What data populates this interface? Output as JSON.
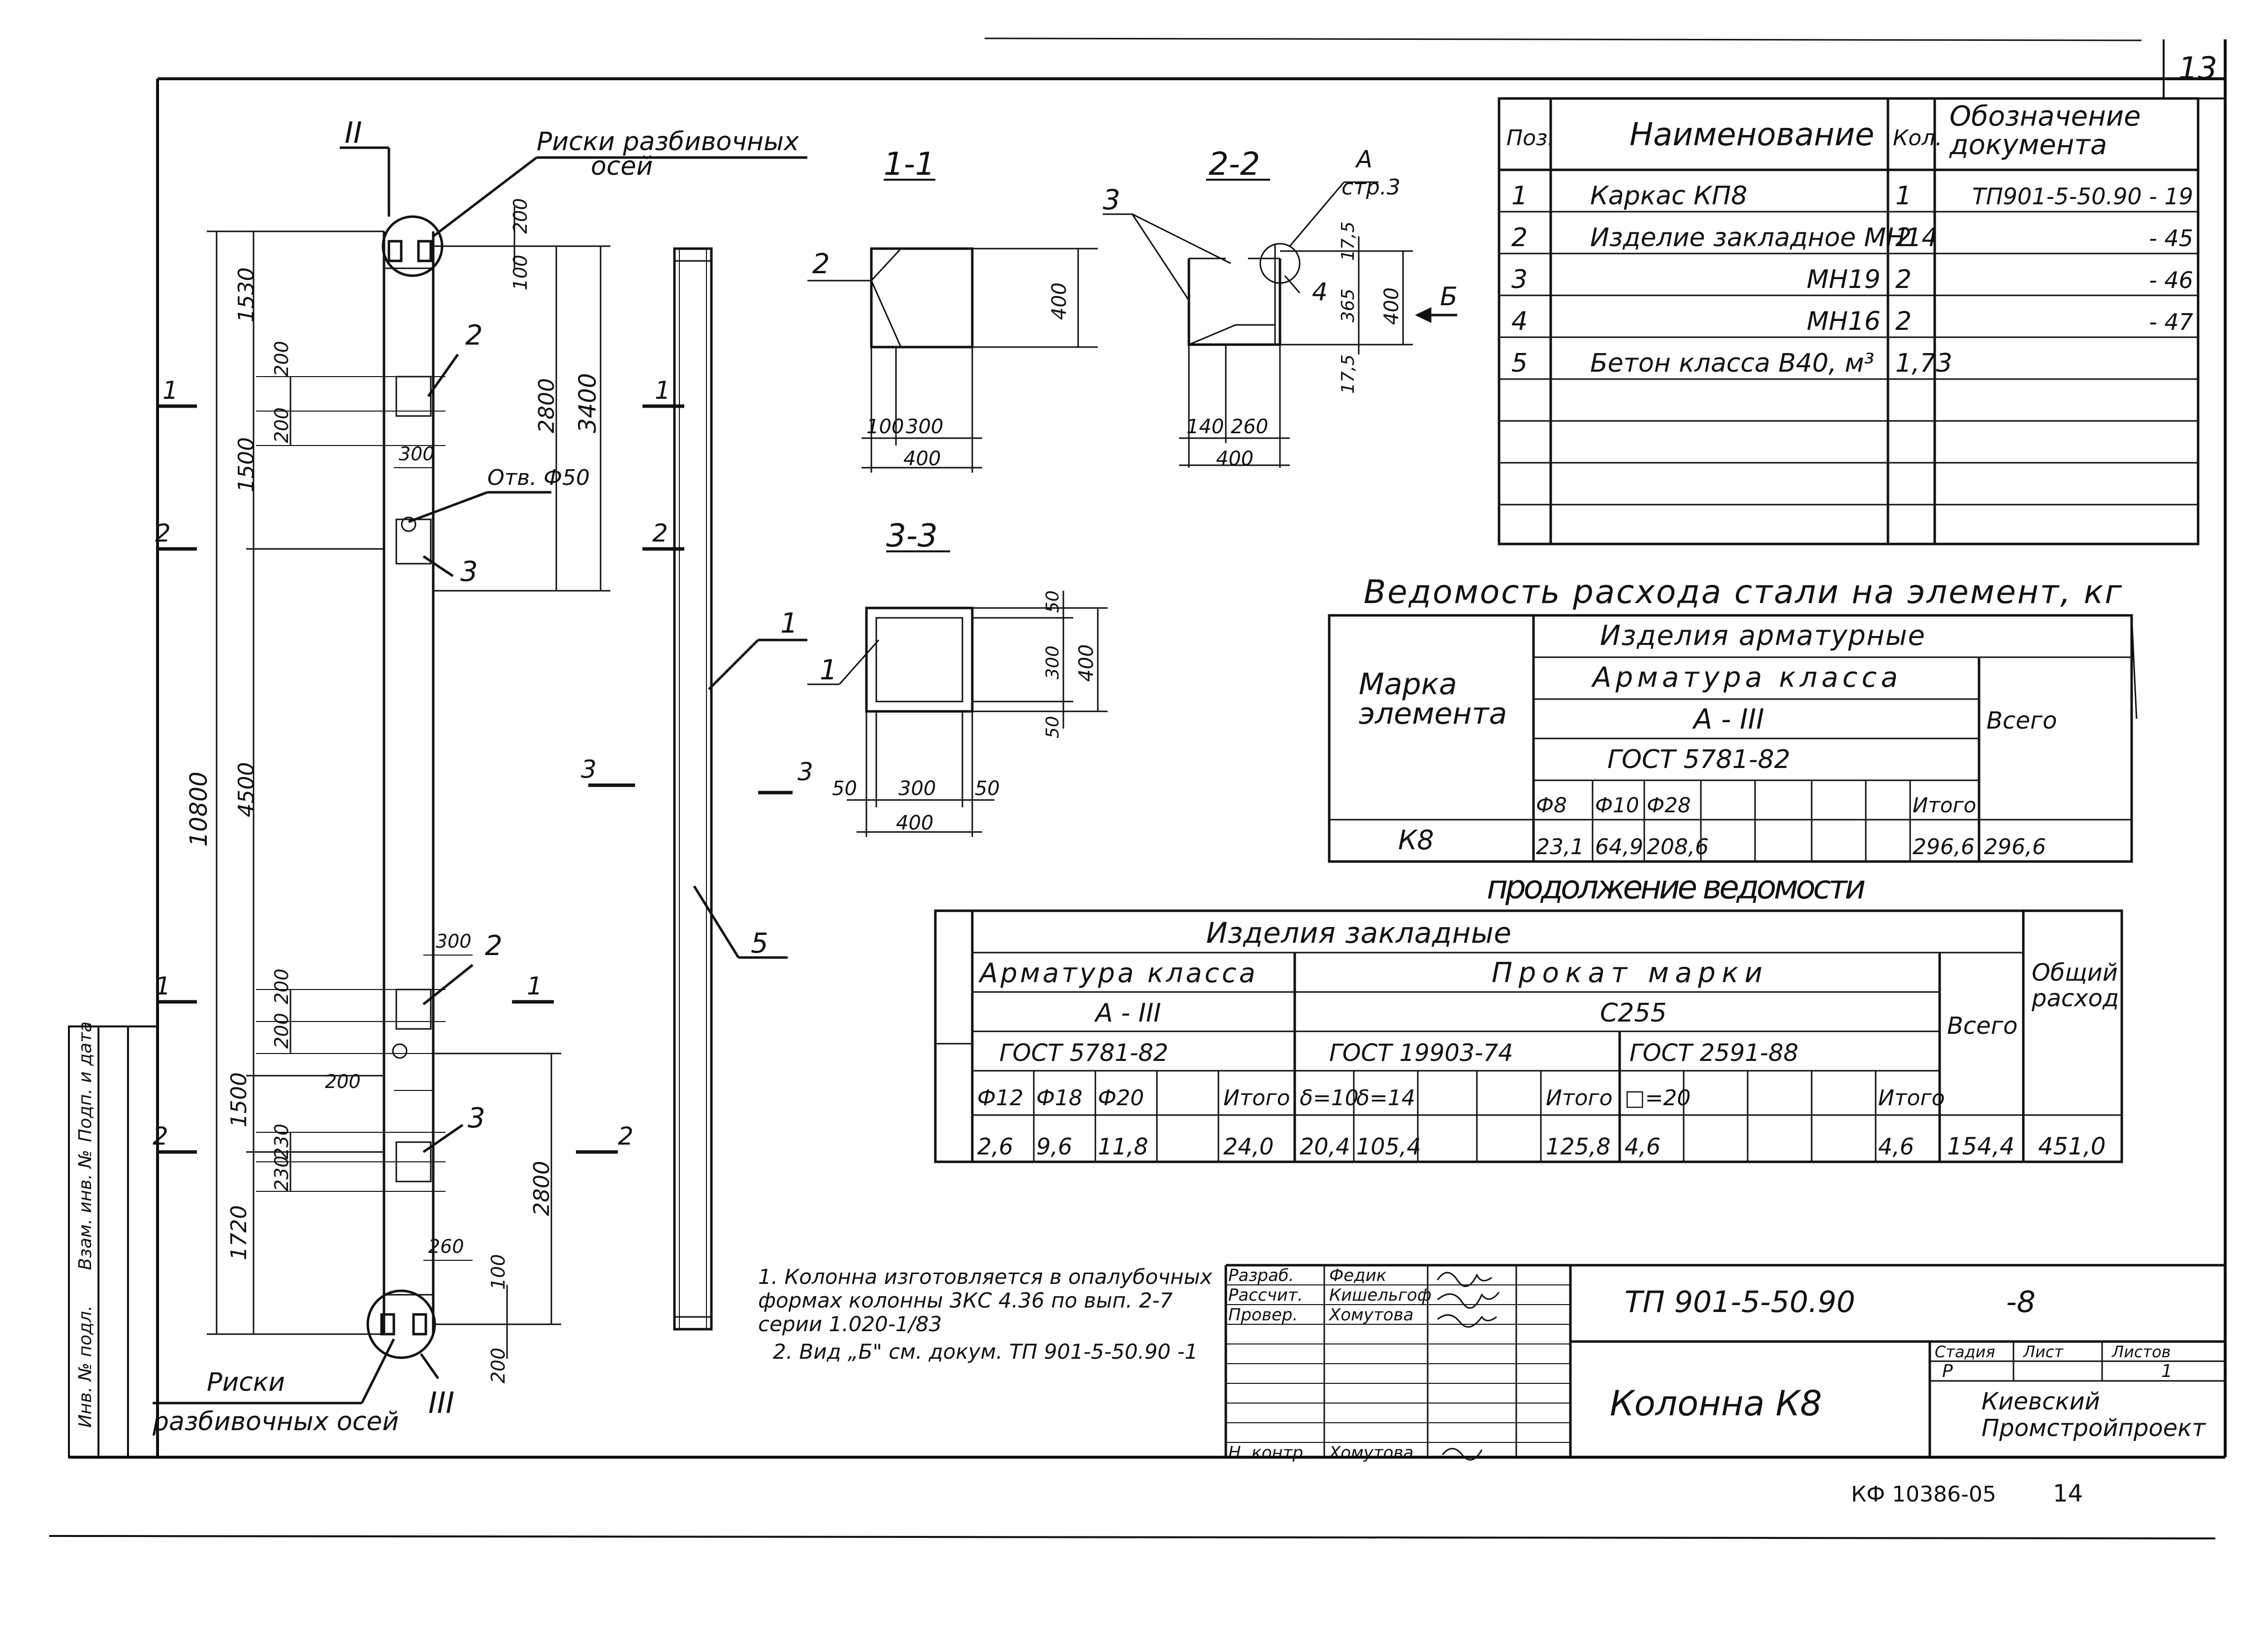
{
  "sheet": {
    "page_number": "13",
    "archive_code": "КФ 10386-05",
    "archive_page": "14"
  },
  "spec_table": {
    "headers": [
      "Поз.",
      "Наименование",
      "Кол.",
      "Обозначение документа"
    ],
    "rows": [
      [
        "1",
        "Каркас КП8",
        "1",
        "ТП901-5-50.90 - 19"
      ],
      [
        "2",
        "Изделие закладное МН14",
        "2",
        "- 45"
      ],
      [
        "3",
        "МН19",
        "2",
        "- 46"
      ],
      [
        "4",
        "МН16",
        "2",
        "- 47"
      ],
      [
        "5",
        "Бетон класса В40, м³",
        "1,73",
        ""
      ]
    ]
  },
  "steel_table": {
    "title": "Ведомость расхода стали на элемент, кг",
    "col_mark": "Марка элемента",
    "group": "Изделия арматурные",
    "subgroup": "Арматура класса",
    "class": "А - III",
    "gost": "ГОСТ 5781-82",
    "total": "Всего",
    "diameters": [
      "Ф8",
      "Ф10",
      "Ф28",
      "",
      "",
      "",
      "Итого"
    ],
    "row_mark": "К8",
    "values": [
      "23,1",
      "64,9",
      "208,6",
      "",
      "",
      "",
      "296,6"
    ],
    "total_value": "296,6"
  },
  "cont_table": {
    "title": "продолжение ведомости",
    "group": "Изделия закладные",
    "sub1": "Арматура класса",
    "sub2": "Прокат марки",
    "class1": "А - III",
    "class2": "С255",
    "gost1": "ГОСТ 5781-82",
    "gost2": "ГОСТ 19903-74",
    "gost3": "ГОСТ 2591-88",
    "total": "Всего",
    "grand_total": "Общий расход",
    "heads": [
      "Ф12",
      "Ф18",
      "Ф20",
      "",
      "Итого",
      "δ=10",
      "δ=14",
      "",
      "",
      "Итого",
      "□=20",
      "",
      "",
      "",
      "Итого"
    ],
    "values": [
      "2,6",
      "9,6",
      "11,8",
      "",
      "24,0",
      "20,4",
      "105,4",
      "",
      "",
      "125,8",
      "4,6",
      "",
      "",
      "",
      "4,6"
    ],
    "total_value": "154,4",
    "grand_value": "451,0"
  },
  "drawing": {
    "label_ii": "II",
    "label_iii": "III",
    "risks_top_1": "Риски разбивочных",
    "risks_top_2": "осей",
    "risks_bot_1": "Риски",
    "risks_bot_2": "разбивочных осей",
    "hole_label": "Отв. Ф50",
    "dims_left": [
      "1530",
      "1500",
      "4500",
      "1500",
      "1720",
      "10800"
    ],
    "dims_top": [
      "200",
      "100",
      "2800",
      "3400",
      "200",
      "200",
      "300"
    ],
    "dims_bottom": [
      "300",
      "200",
      "200",
      "200",
      "230",
      "230",
      "260",
      "100",
      "200",
      "2800"
    ],
    "callouts": [
      "1",
      "2",
      "3",
      "5"
    ],
    "section_marks": [
      "1",
      "2",
      "3"
    ]
  },
  "sections": {
    "s11": {
      "title": "1-1",
      "w": "400",
      "d1": "100",
      "d2": "300",
      "h": "400",
      "callout": "2"
    },
    "s22": {
      "title": "2-2",
      "ref_a": "А",
      "ref_page": "стр.3",
      "d1": "140",
      "d2": "260",
      "w": "400",
      "h1": "17,5",
      "h2": "365",
      "h3": "17,5",
      "h": "400",
      "callouts": [
        "3",
        "4"
      ],
      "arrow": "Б"
    },
    "s33": {
      "title": "3-3",
      "d1": "50",
      "d2": "300",
      "d3": "50",
      "w": "400",
      "v1": "50",
      "v2": "300",
      "v3": "50",
      "h": "400",
      "callout": "1",
      "mark": "3"
    }
  },
  "notes": {
    "n1": "1. Колонна изготовляется в опалубочных формах колонны 3КС 4.36 по вып. 2-7 серии 1.020-1/83",
    "n2": "2. Вид „Б\" см. докум. ТП 901-5-50.90 -1"
  },
  "stamp": {
    "roles": [
      "Разраб.",
      "Рассчит.",
      "Провер.",
      "Н. контр."
    ],
    "names": [
      "Федик",
      "Кишельгоф",
      "Хомутова",
      "Хомутова"
    ],
    "doc_code": "ТП 901-5-50.90",
    "doc_no": "-8",
    "title": "Колонна К8",
    "stage_label": "Стадия",
    "sheet_label": "Лист",
    "sheets_label": "Листов",
    "stage": "Р",
    "sheets": "1",
    "org": "Киевский Промстройпроект"
  },
  "side_stamp": {
    "col1": "Подп. и дата",
    "col2": "Взам. инв. №",
    "col3": "Инв. № подл."
  }
}
